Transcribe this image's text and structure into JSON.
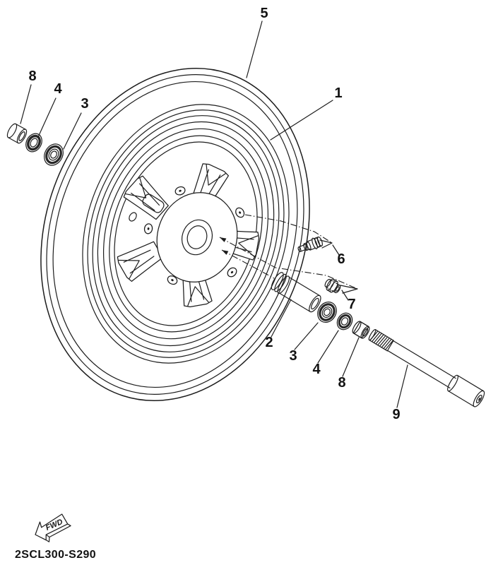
{
  "diagram": {
    "code": "2SCL300-S290",
    "fwd_label": "FWD",
    "colors": {
      "background": "#ffffff",
      "line": "#1d1d1d"
    },
    "callouts": [
      {
        "ref": "5"
      },
      {
        "ref": "1"
      },
      {
        "ref": "8"
      },
      {
        "ref": "4"
      },
      {
        "ref": "3"
      },
      {
        "ref": "6"
      },
      {
        "ref": "7"
      },
      {
        "ref": "2"
      },
      {
        "ref": "3"
      },
      {
        "ref": "4"
      },
      {
        "ref": "8"
      },
      {
        "ref": "9"
      }
    ]
  }
}
